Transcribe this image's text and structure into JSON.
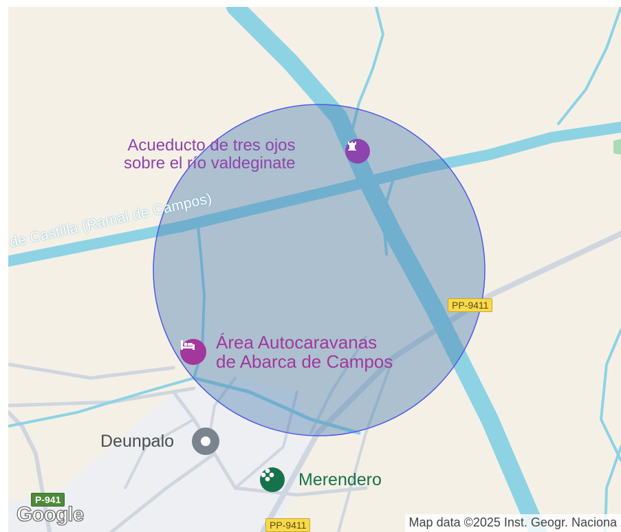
{
  "map": {
    "colors": {
      "land": "#f5f0e6",
      "water": "#8dd3e4",
      "road_grey": "#cfd6df",
      "town_area": "#eeeff2",
      "circle_fill": "#4a7eb0",
      "circle_stroke": "#4d59e6",
      "poi_purple": "#8e44ad",
      "poi_magenta": "#a2379c",
      "poi_green": "#15724a",
      "shield_yellow": "#f7d94c",
      "shield_green": "#4d8a3b"
    },
    "labels": {
      "aqueduct_line1": "Acueducto de tres ojos",
      "aqueduct_line2": "sobre el río valdeginate",
      "canal": "de Castilla (Ramal de Campos)",
      "rv_area_line1": "Área Autocaravanas",
      "rv_area_line2": "de Abarca de Campos",
      "town": "Deunpalo",
      "picnic": "Merendero"
    },
    "shields": {
      "road_right": "PP-9411",
      "road_bottom": "PP-9411",
      "road_left": "P-941"
    },
    "icons": {
      "aqueduct": "monument-icon",
      "rv_area": "bed-icon",
      "town": "town-pin-icon",
      "picnic": "flower-icon"
    },
    "logo": "Google",
    "attribution": "Map data ©2025 Inst. Geogr. Naciona"
  }
}
